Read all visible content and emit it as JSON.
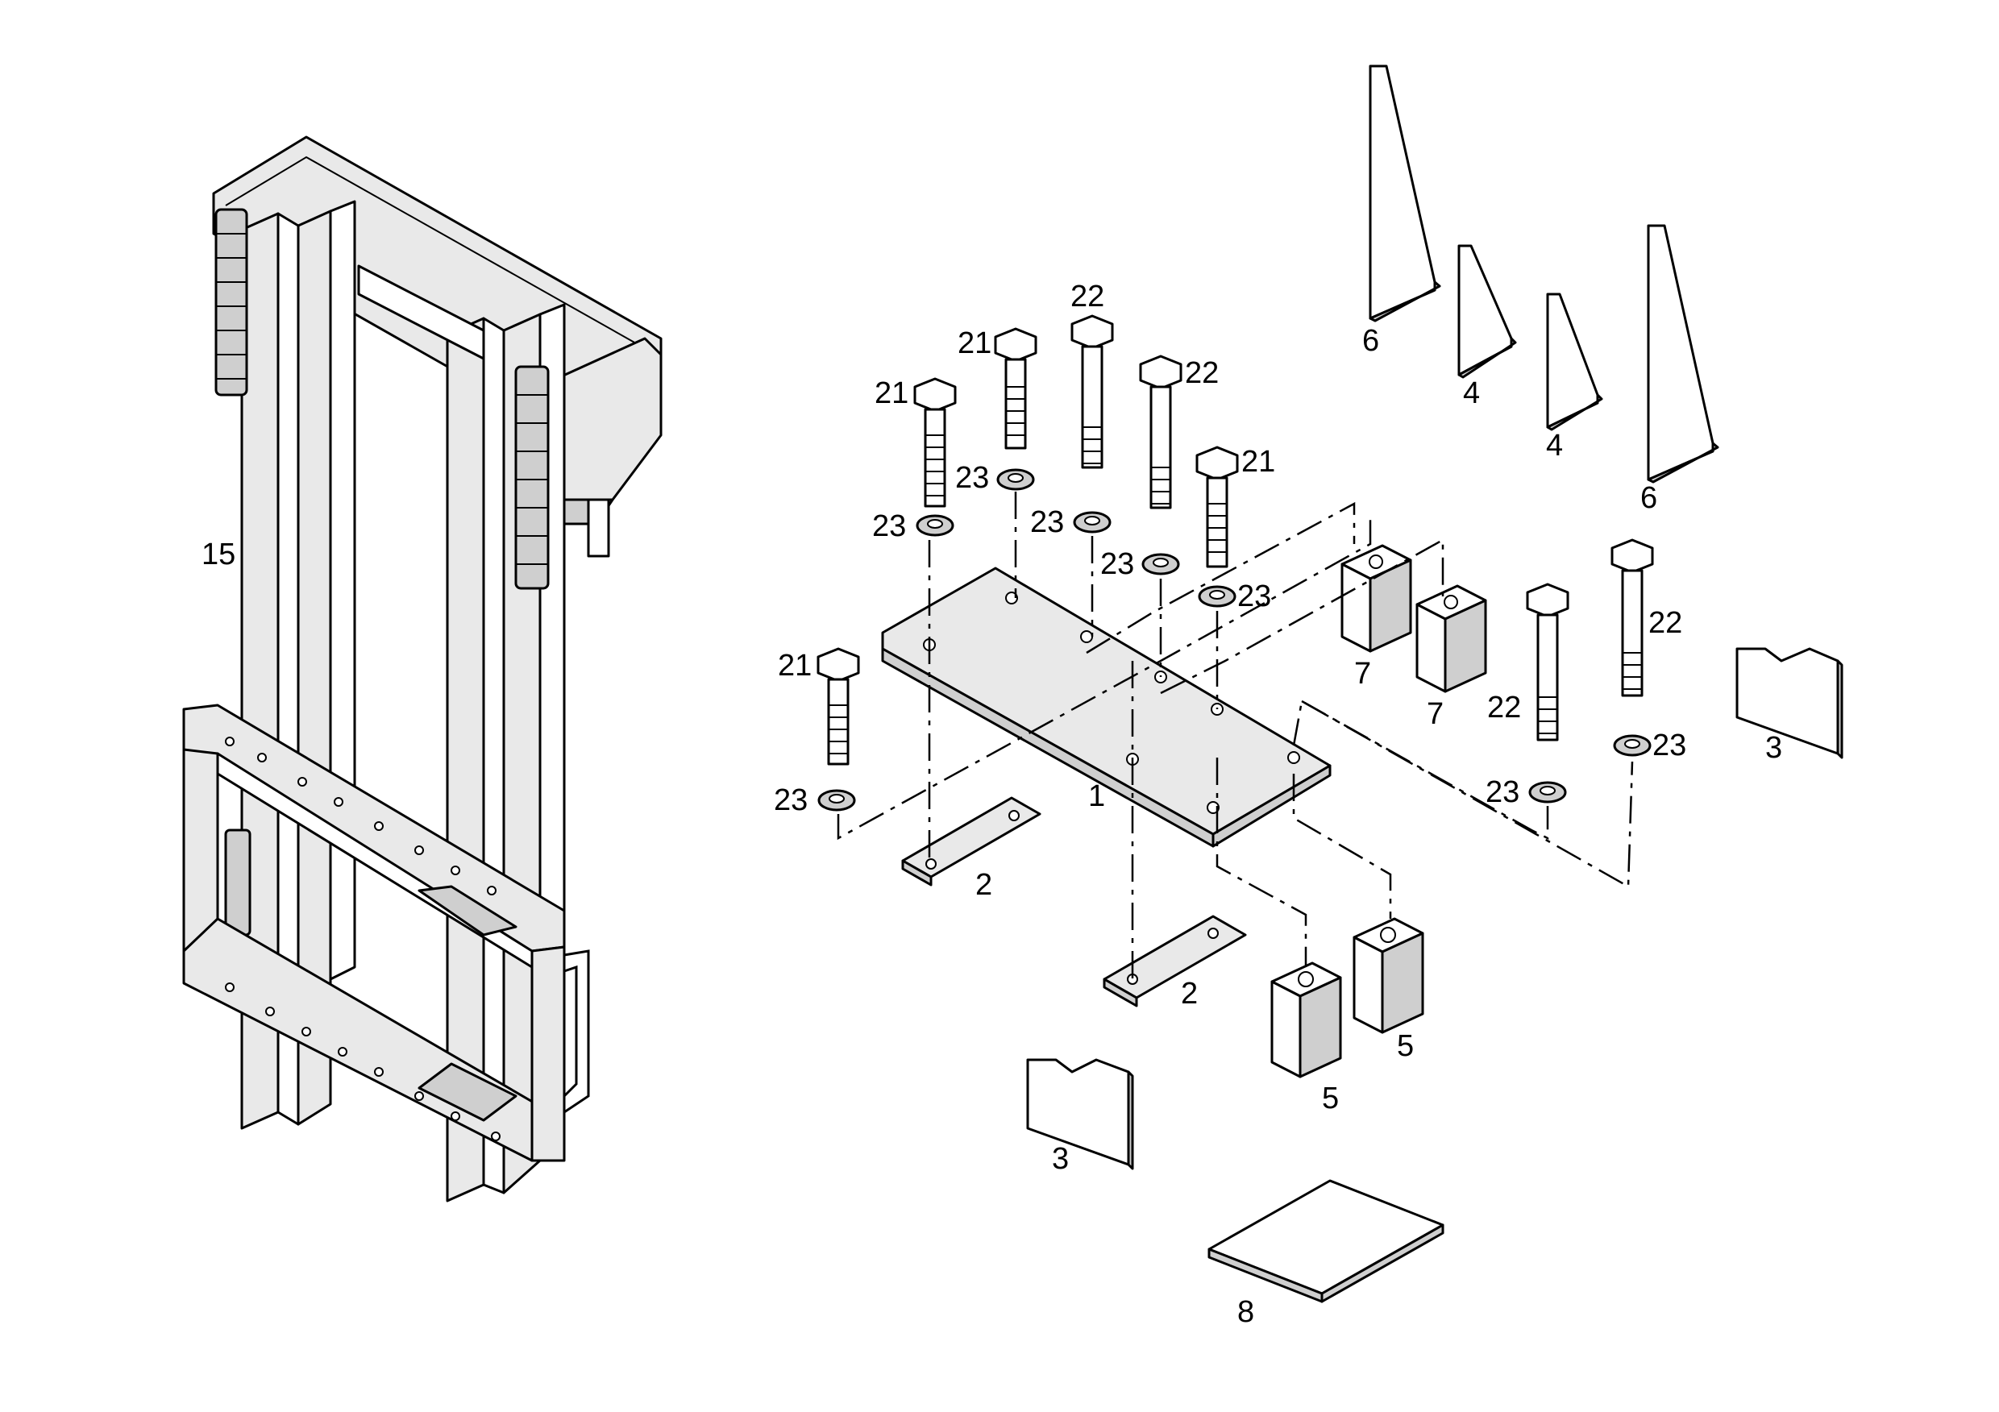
{
  "callouts": {
    "c1": "1",
    "c2a": "2",
    "c2b": "2",
    "c3a": "3",
    "c3b": "3",
    "c4a": "4",
    "c4b": "4",
    "c5a": "5",
    "c5b": "5",
    "c6a": "6",
    "c6b": "6",
    "c7a": "7",
    "c7b": "7",
    "c8": "8",
    "c15": "15",
    "c21a": "21",
    "c21b": "21",
    "c21c": "21",
    "c21d": "21",
    "c22a": "22",
    "c22b": "22",
    "c22c": "22",
    "c22d": "22",
    "c23a": "23",
    "c23b": "23",
    "c23c": "23",
    "c23d": "23",
    "c23e": "23",
    "c23f": "23",
    "c23g": "23",
    "c23h": "23"
  }
}
